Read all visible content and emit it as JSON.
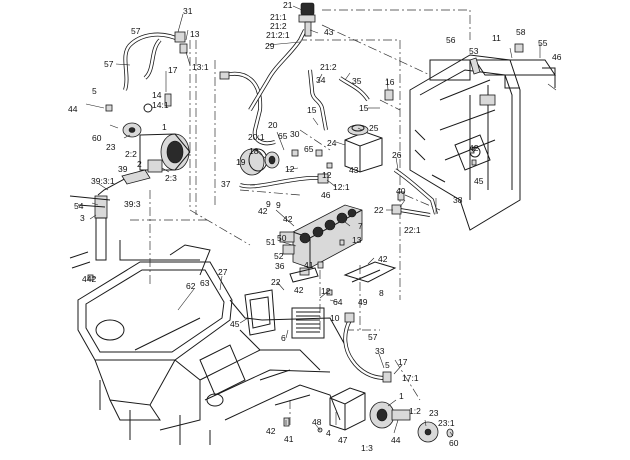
{
  "callouts": [
    {
      "id": "c21",
      "text": "21"
    },
    {
      "id": "c21_1",
      "text": "21:1"
    },
    {
      "id": "c21_2",
      "text": "21:2"
    },
    {
      "id": "c21_2_1",
      "text": "21:2:1"
    },
    {
      "id": "c43a",
      "text": "43"
    },
    {
      "id": "c29",
      "text": "29"
    },
    {
      "id": "c31",
      "text": "31"
    },
    {
      "id": "c13",
      "text": "13"
    },
    {
      "id": "c57a",
      "text": "57"
    },
    {
      "id": "c57b",
      "text": "57"
    },
    {
      "id": "c13_1",
      "text": "13:1"
    },
    {
      "id": "c17a",
      "text": "17"
    },
    {
      "id": "c5",
      "text": "5"
    },
    {
      "id": "c44a",
      "text": "44"
    },
    {
      "id": "c14",
      "text": "14"
    },
    {
      "id": "c14_1",
      "text": "14:1"
    },
    {
      "id": "c60a",
      "text": "60"
    },
    {
      "id": "c1",
      "text": "1"
    },
    {
      "id": "c23a",
      "text": "23"
    },
    {
      "id": "c2_2",
      "text": "2:2"
    },
    {
      "id": "c2",
      "text": "2"
    },
    {
      "id": "c2_3",
      "text": "2:3"
    },
    {
      "id": "c34",
      "text": "34"
    },
    {
      "id": "c21_2b",
      "text": "21:2"
    },
    {
      "id": "c35",
      "text": "35"
    },
    {
      "id": "c16",
      "text": "16"
    },
    {
      "id": "c15a",
      "text": "15"
    },
    {
      "id": "c15b",
      "text": "15"
    },
    {
      "id": "c20",
      "text": "20"
    },
    {
      "id": "c20_1",
      "text": "20:1"
    },
    {
      "id": "c65a",
      "text": "65"
    },
    {
      "id": "c30",
      "text": "30"
    },
    {
      "id": "c65b",
      "text": "65"
    },
    {
      "id": "c18",
      "text": "18"
    },
    {
      "id": "c19",
      "text": "19"
    },
    {
      "id": "c12a",
      "text": "12"
    },
    {
      "id": "c25",
      "text": "25"
    },
    {
      "id": "c24",
      "text": "24"
    },
    {
      "id": "c43b",
      "text": "43"
    },
    {
      "id": "c26",
      "text": "26"
    },
    {
      "id": "c12b",
      "text": "12"
    },
    {
      "id": "c12_1",
      "text": "12:1"
    },
    {
      "id": "c56",
      "text": "56"
    },
    {
      "id": "c58",
      "text": "58"
    },
    {
      "id": "c53",
      "text": "53"
    },
    {
      "id": "c11",
      "text": "11"
    },
    {
      "id": "c55",
      "text": "55"
    },
    {
      "id": "c46a",
      "text": "46"
    },
    {
      "id": "c42a",
      "text": "42"
    },
    {
      "id": "c45a",
      "text": "45"
    },
    {
      "id": "c39_3_1",
      "text": "39:3:1"
    },
    {
      "id": "c39",
      "text": "39"
    },
    {
      "id": "c54",
      "text": "54"
    },
    {
      "id": "c39_3",
      "text": "39:3"
    },
    {
      "id": "c3",
      "text": "3"
    },
    {
      "id": "c37",
      "text": "37"
    },
    {
      "id": "c9a",
      "text": "9"
    },
    {
      "id": "c42b",
      "text": "42"
    },
    {
      "id": "c46b",
      "text": "46"
    },
    {
      "id": "c9b",
      "text": "9"
    },
    {
      "id": "c42c",
      "text": "42"
    },
    {
      "id": "c40",
      "text": "40"
    },
    {
      "id": "c38",
      "text": "38"
    },
    {
      "id": "c22a",
      "text": "22"
    },
    {
      "id": "c22_1",
      "text": "22:1"
    },
    {
      "id": "c50",
      "text": "50"
    },
    {
      "id": "c7",
      "text": "7"
    },
    {
      "id": "c51",
      "text": "51"
    },
    {
      "id": "c13b",
      "text": "13"
    },
    {
      "id": "c52",
      "text": "52"
    },
    {
      "id": "c41a",
      "text": "41"
    },
    {
      "id": "c36",
      "text": "36"
    },
    {
      "id": "c442",
      "text": "442"
    },
    {
      "id": "c27",
      "text": "27"
    },
    {
      "id": "c62",
      "text": "62"
    },
    {
      "id": "c63",
      "text": "63"
    },
    {
      "id": "c22b",
      "text": "22"
    },
    {
      "id": "c42d",
      "text": "42"
    },
    {
      "id": "c12c",
      "text": "12"
    },
    {
      "id": "c64",
      "text": "64"
    },
    {
      "id": "c42e",
      "text": "42"
    },
    {
      "id": "c8",
      "text": "8"
    },
    {
      "id": "c49",
      "text": "49"
    },
    {
      "id": "c10",
      "text": "10"
    },
    {
      "id": "c45b",
      "text": "45"
    },
    {
      "id": "c6",
      "text": "6"
    },
    {
      "id": "c57c",
      "text": "57"
    },
    {
      "id": "c33",
      "text": "33"
    },
    {
      "id": "c17b",
      "text": "17"
    },
    {
      "id": "c5b",
      "text": "5"
    },
    {
      "id": "c17_1",
      "text": "17:1"
    },
    {
      "id": "c1b",
      "text": "1"
    },
    {
      "id": "c1_2",
      "text": "1:2"
    },
    {
      "id": "c23b",
      "text": "23"
    },
    {
      "id": "c23_1",
      "text": "23:1"
    },
    {
      "id": "c48",
      "text": "48"
    },
    {
      "id": "c4",
      "text": "4"
    },
    {
      "id": "c47",
      "text": "47"
    },
    {
      "id": "c1_3",
      "text": "1:3"
    },
    {
      "id": "c44b",
      "text": "44"
    },
    {
      "id": "c60b",
      "text": "60"
    },
    {
      "id": "c42f",
      "text": "42"
    },
    {
      "id": "c41b",
      "text": "41"
    }
  ]
}
